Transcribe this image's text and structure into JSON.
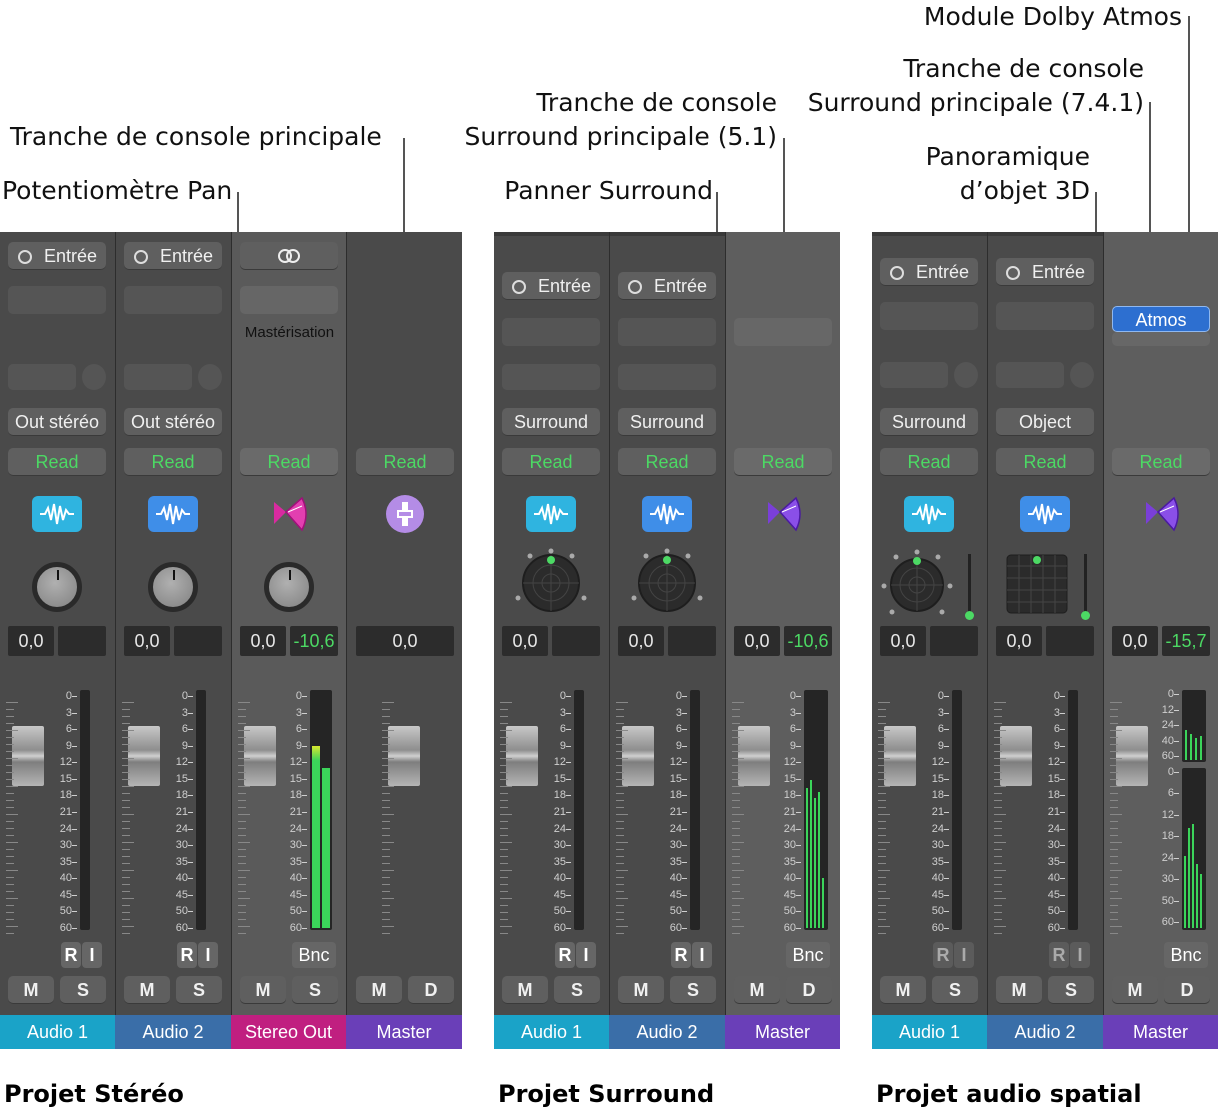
{
  "callouts": {
    "dolby_module": "Module Dolby Atmos",
    "surround_main_741_a": "Tranche de console",
    "surround_main_741_b": "Surround principale (7.4.1)",
    "surround_main_51_a": "Tranche de console",
    "surround_main_51_b": "Surround principale (5.1)",
    "main_strip": "Tranche de console principale",
    "pan_knob": "Potentiomètre Pan",
    "surround_panner": "Panner Surround",
    "object_pan_a": "Panoramique",
    "object_pan_b": "d’objet 3D"
  },
  "captions": {
    "stereo": "Projet Stéréo",
    "surround": "Projet Surround",
    "spatial": "Projet audio spatial"
  },
  "common": {
    "input": "Entrée",
    "read": "Read",
    "bnc": "Bnc",
    "r": "R",
    "i": "I",
    "m": "M",
    "s": "S",
    "d": "D",
    "atmos": "Atmos",
    "mastering": "Mastérisation",
    "pan_zero": "0,0",
    "scale": [
      "0",
      "3",
      "6",
      "9",
      "12",
      "15",
      "18",
      "21",
      "24",
      "30",
      "35",
      "40",
      "45",
      "50",
      "60"
    ],
    "scale_atmos_top": [
      "0",
      "12",
      "24",
      "40",
      "60"
    ],
    "scale_atmos_bottom": [
      "0",
      "6",
      "12",
      "18",
      "24",
      "30",
      "50",
      "60"
    ]
  },
  "stereo": {
    "out1": "Out stéréo",
    "out2": "Out stéréo",
    "level_out": "-10,6",
    "labels": [
      "Audio 1",
      "Audio 2",
      "Stereo Out",
      "Master"
    ]
  },
  "surround": {
    "out1": "Surround",
    "out2": "Surround",
    "level_out": "-10,6",
    "labels": [
      "Audio 1",
      "Audio 2",
      "Master"
    ]
  },
  "spatial": {
    "out1": "Surround",
    "out2": "Object",
    "level_out": "-15,7",
    "labels": [
      "Audio 1",
      "Audio 2",
      "Master"
    ]
  },
  "colors": {
    "audio1": "#1aa3c8",
    "audio2": "#3a6ea8",
    "stereo_out": "#c01f80",
    "master": "#6a3fb8",
    "read_green": "#4cd964",
    "atmos_blue": "#2d6fd0"
  }
}
